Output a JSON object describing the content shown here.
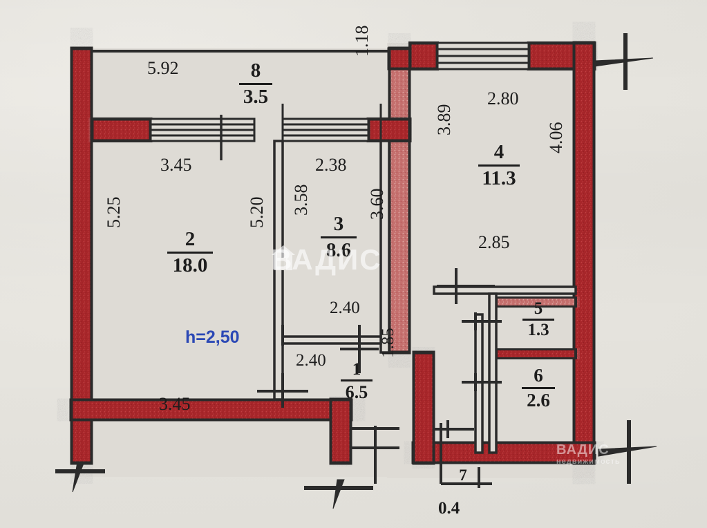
{
  "document": {
    "type": "apartment-floor-plan",
    "ceiling_height_label": "h=2,50",
    "ceiling_height_color": "#2b48b5",
    "watermark_main": "ВАДИС",
    "watermark_sub": "ВАДИС",
    "watermark_sub2": "недвижимость"
  },
  "colors": {
    "background": "#e9e7e2",
    "wall_fill": "#a8272a",
    "wall_outline": "#2b2b2b",
    "room_fill": "#dedbd5",
    "text": "#1d1d1d",
    "accent_blue": "#2b48b5"
  },
  "rooms": [
    {
      "id": "room-1",
      "number": "1",
      "area": "6.5"
    },
    {
      "id": "room-2",
      "number": "2",
      "area": "18.0"
    },
    {
      "id": "room-3",
      "number": "3",
      "area": "8.6"
    },
    {
      "id": "room-4",
      "number": "4",
      "area": "11.3"
    },
    {
      "id": "room-5",
      "number": "5",
      "area": "1.3"
    },
    {
      "id": "room-6",
      "number": "6",
      "area": "2.6"
    },
    {
      "id": "room-7",
      "number": "7",
      "area": "0.4"
    },
    {
      "id": "room-8",
      "number": "8",
      "area": "3.5"
    }
  ],
  "dimensions": {
    "top_outer_left": "5.92",
    "top_inner_left": "3.45",
    "top_inner_mid": "2.38",
    "top_right_room": "2.80",
    "vertical_corridor_top": "1.18",
    "room4_left_height": "3.89",
    "room4_right_height": "4.06",
    "room2_left_height": "5.25",
    "room2_right_height": "5.20",
    "room3_left_height": "3.58",
    "room3_right_height": "3.60",
    "right_mid_width": "2.85",
    "bathroom_width_top": "2.40",
    "bathroom_width_bottom": "2.40",
    "bathroom_height": "1.85",
    "bottom_left_width": "3.45"
  }
}
